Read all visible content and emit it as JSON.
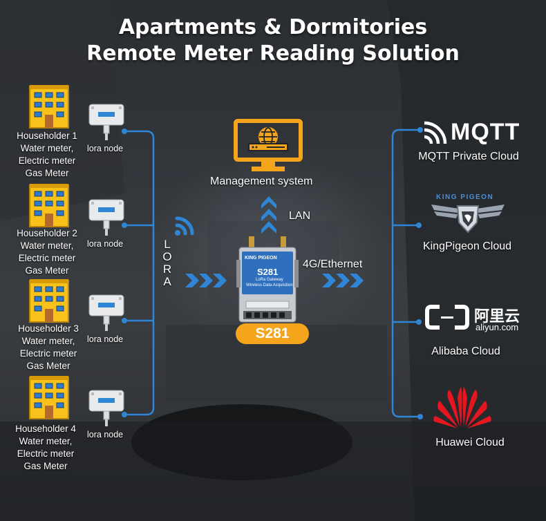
{
  "title": {
    "line1": "Apartments & Dormitories",
    "line2": "Remote Meter Reading Solution"
  },
  "households": [
    {
      "name": "Householder 1",
      "line2": "Water meter,",
      "line3": "Electric meter",
      "line4": "Gas Meter",
      "node_label": "lora node"
    },
    {
      "name": "Householder 2",
      "line2": "Water meter,",
      "line3": "Electric meter",
      "line4": "Gas Meter",
      "node_label": "lora node"
    },
    {
      "name": "Householder 3",
      "line2": "Water meter,",
      "line3": "Electric meter",
      "line4": "Gas Meter",
      "node_label": "lora node"
    },
    {
      "name": "Householder 4",
      "line2": "Water meter,",
      "line3": "Electric meter",
      "line4": "Gas Meter",
      "node_label": "lora node"
    }
  ],
  "lora_letters": [
    "L",
    "O",
    "R",
    "A"
  ],
  "center": {
    "management_label": "Management system",
    "lan_label": "LAN",
    "uplink_label": "4G/Ethernet",
    "product_badge": "S281",
    "device": {
      "brand": "KING PIGEON",
      "model": "S281",
      "line1": "LoRa Gateway",
      "line2": "Wireless Data Acquisition"
    }
  },
  "clouds": [
    {
      "logo_text": "MQTT",
      "label": "MQTT Private Cloud"
    },
    {
      "logo_text": "KING PIGEON",
      "label": "KingPigeon Cloud"
    },
    {
      "logo_cn": "阿里云",
      "logo_en": "aliyun.com",
      "label": "Alibaba Cloud"
    },
    {
      "label": "Huawei Cloud"
    }
  ],
  "colors": {
    "accent_blue": "#2f86d6",
    "building_yellow": "#f7c21b",
    "badge_orange": "#f5a51c",
    "huawei_red": "#e5161f"
  }
}
